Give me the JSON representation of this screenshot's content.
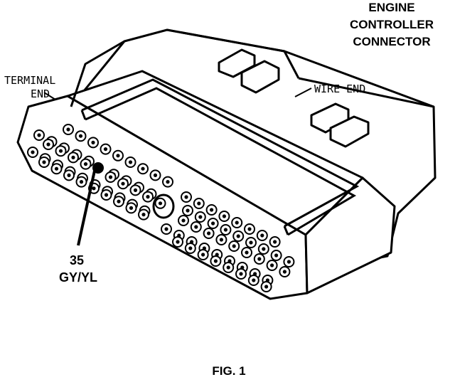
{
  "title": {
    "line1": "ENGINE",
    "line2": "CONTROLLER",
    "line3": "CONNECTOR"
  },
  "labels": {
    "terminal_end_line1": "TERMINAL",
    "terminal_end_line2": "END",
    "wire_end": "WIRE END",
    "pin_number": "35",
    "pin_color": "GY/YL",
    "caption": "FIG. 1"
  },
  "highlighted_pin": "35",
  "colors": {
    "ink": "#000000",
    "paper": "#ffffff"
  }
}
